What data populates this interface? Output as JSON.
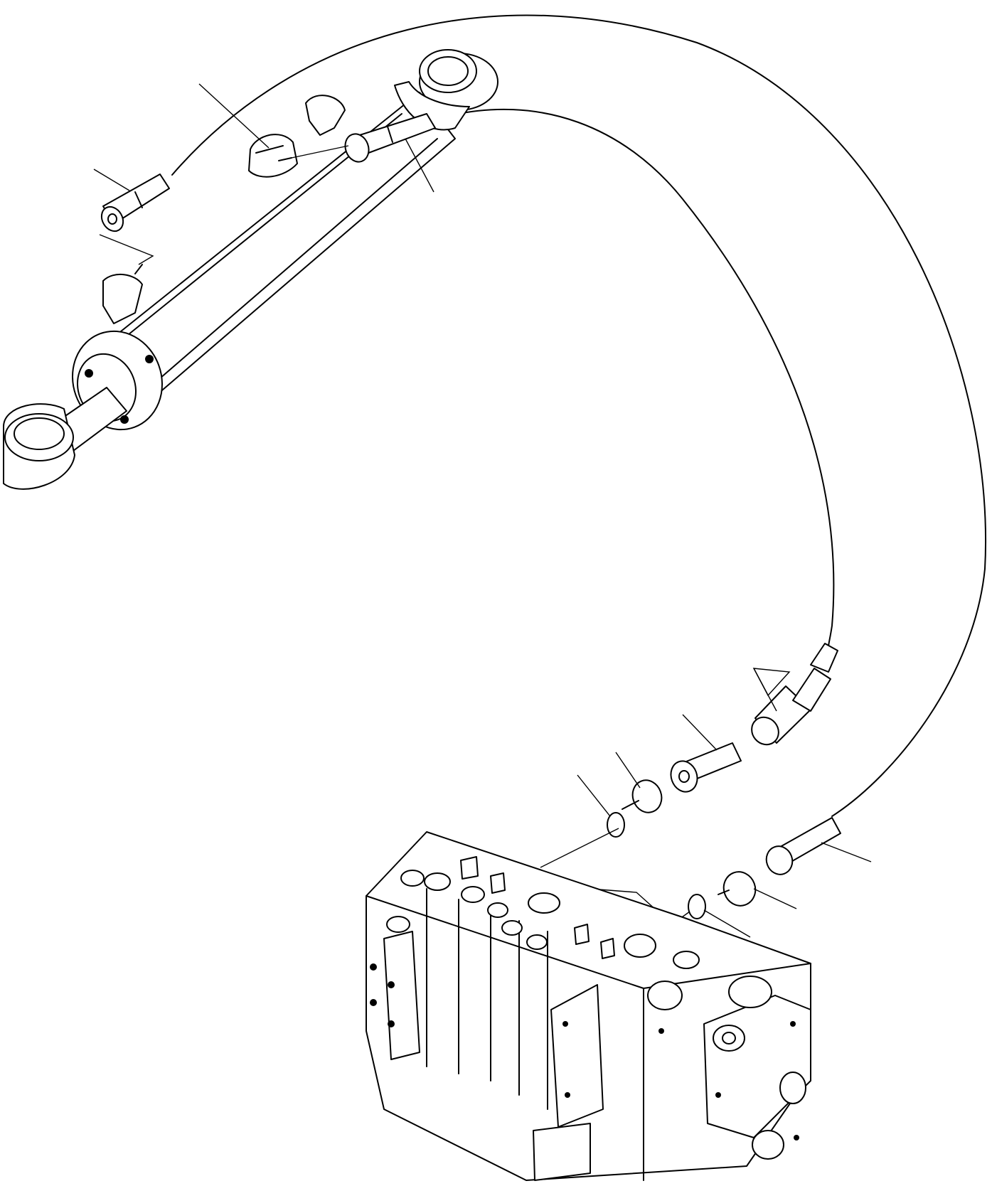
{
  "diagram": {
    "kind": "exploded parts view",
    "parts": [
      "hydraulic-cylinder",
      "control-valve",
      "hose-upper",
      "hose-lower",
      "elbow-fitting",
      "adapter",
      "adapter-lower",
      "o-ring",
      "o-ring-lower",
      "hose-fitting",
      "hose-fitting-lower",
      "protective-sleeve"
    ]
  }
}
